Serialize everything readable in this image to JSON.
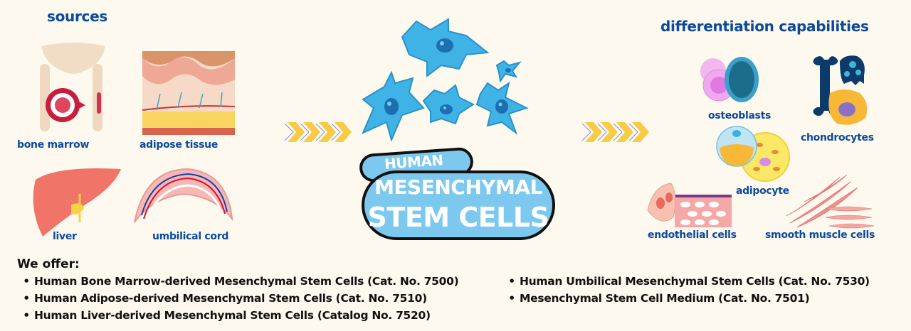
{
  "sources": {
    "heading": "sources",
    "items": [
      {
        "label": "bone marrow",
        "icon": "bone-marrow-icon"
      },
      {
        "label": "adipose tissue",
        "icon": "adipose-tissue-icon"
      },
      {
        "label": "liver",
        "icon": "liver-icon"
      },
      {
        "label": "umbilical cord",
        "icon": "umbilical-cord-icon"
      }
    ]
  },
  "center": {
    "title_line1": "HUMAN",
    "title_line2": "MESENCHYMAL",
    "title_line3": "STEM CELLS"
  },
  "differentiation": {
    "heading": "differentiation capabilities",
    "items": [
      {
        "label": "osteoblasts",
        "icon": "osteoblast-icon"
      },
      {
        "label": "chondrocytes",
        "icon": "chondrocyte-icon"
      },
      {
        "label": "adipocyte",
        "icon": "adipocyte-icon"
      },
      {
        "label": "endothelial cells",
        "icon": "endothelial-cell-icon"
      },
      {
        "label": "smooth muscle cells",
        "icon": "smooth-muscle-cell-icon"
      }
    ]
  },
  "offer": {
    "title": "We offer:",
    "left": [
      "Human Bone Marrow-derived Mesenchymal Stem Cells (Cat. No. 7500)",
      "Human Adipose-derived Mesenchymal Stem Cells (Cat. No. 7510)",
      "Human Liver-derived Mesenchymal Stem Cells (Catalog No. 7520)"
    ],
    "right": [
      "Human Umbilical Mesenchymal Stem Cells (Cat. No. 7530)",
      "Mesenchymal Stem Cell Medium (Cat. No. 7501)"
    ]
  },
  "colors": {
    "background": "#fdf9ee",
    "heading_blue": "#0b4a9c",
    "cell_blue": "#3fb2e6",
    "pill_blue": "#7dc8ee",
    "arrow_yellow": "#f7cb45"
  }
}
